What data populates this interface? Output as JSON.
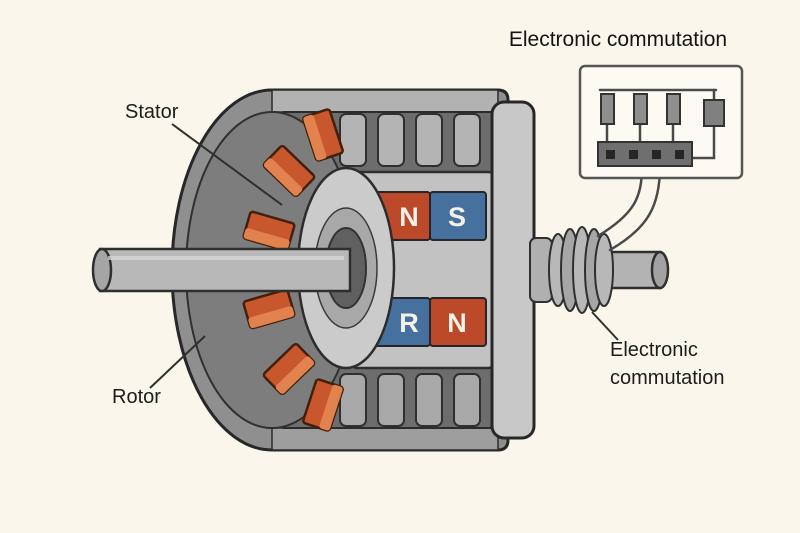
{
  "title": {
    "text": "Electronic commutation"
  },
  "labels": {
    "stator": "Stator",
    "rotor": "Rotor",
    "commutation_line1": "Electronic",
    "commutation_line2": "commutation"
  },
  "magnets": {
    "top_left": "N",
    "top_right": "S",
    "bottom_left": "R",
    "bottom_right": "N"
  },
  "colors": {
    "background": "#faf6eb",
    "coil": "#c8572e",
    "coil_highlight": "#e2824f",
    "magnet_red": "#bc4a2a",
    "magnet_blue": "#46719f",
    "housing_gray": "#8f8f8f",
    "outline": "#272727"
  }
}
